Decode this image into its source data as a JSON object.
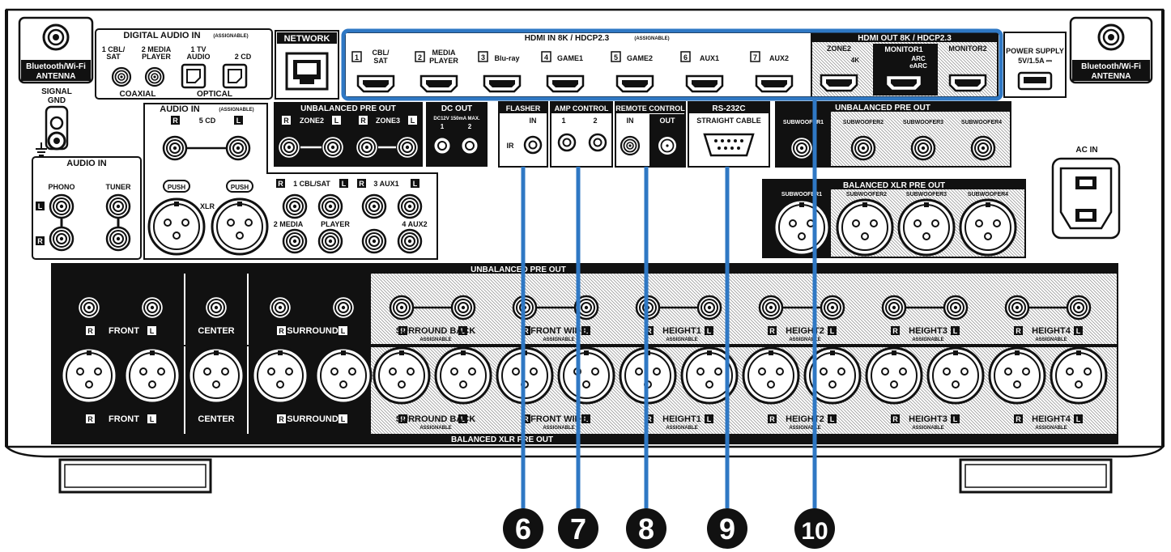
{
  "left_antenna": {
    "line1": "Bluetooth/Wi-Fi",
    "line2": "ANTENNA"
  },
  "right_antenna": {
    "line1": "Bluetooth/Wi-Fi",
    "line2": "ANTENNA"
  },
  "digital_audio": {
    "title": "DIGITAL AUDIO IN",
    "assignable": "(ASSIGNABLE)",
    "coax1_a": "1 CBL/",
    "coax1_b": "SAT",
    "coax2_a": "2 MEDIA",
    "coax2_b": "PLAYER",
    "opt1_a": "1 TV",
    "opt1_b": "AUDIO",
    "opt2": "2 CD",
    "coaxial": "COAXIAL",
    "optical": "OPTICAL"
  },
  "network": {
    "title": "NETWORK"
  },
  "signal_gnd": {
    "a": "SIGNAL",
    "b": "GND"
  },
  "hdmi_in": {
    "title": "HDMI IN 8K / HDCP2.3",
    "assignable": "(ASSIGNABLE)",
    "ports": [
      {
        "num": "1",
        "a": "CBL/",
        "b": "SAT"
      },
      {
        "num": "2",
        "a": "MEDIA",
        "b": "PLAYER"
      },
      {
        "num": "3",
        "a": "Blu-ray",
        "b": ""
      },
      {
        "num": "4",
        "a": "GAME1",
        "b": ""
      },
      {
        "num": "5",
        "a": "GAME2",
        "b": ""
      },
      {
        "num": "6",
        "a": "AUX1",
        "b": ""
      },
      {
        "num": "7",
        "a": "AUX2",
        "b": ""
      }
    ]
  },
  "hdmi_out": {
    "title": "HDMI OUT 8K / HDCP2.3",
    "zone2": "ZONE2",
    "k4": "4K",
    "monitor1": "MONITOR1",
    "arc": "ARC",
    "earc": "eARC",
    "monitor2": "MONITOR2"
  },
  "power_supply": {
    "a": "POWER SUPPLY",
    "b": "5V/1.5A ⎓"
  },
  "audio_in": {
    "title": "AUDIO IN",
    "assignable": "(ASSIGNABLE)",
    "r": "R",
    "l": "L",
    "cd": "5 CD",
    "xlr": "XLR",
    "push": "PUSH",
    "cbl": "1 CBL/SAT",
    "aux1": "3 AUX1",
    "media": "2 MEDIA",
    "player": "PLAYER",
    "aux2": "4 AUX2"
  },
  "audio_in_left": {
    "title": "AUDIO   IN",
    "phono": "PHONO",
    "tuner": "TUNER",
    "l": "L",
    "r": "R"
  },
  "upo_zone": {
    "title": "UNBALANCED PRE OUT",
    "zone2": "ZONE2",
    "zone3": "ZONE3",
    "r": "R",
    "l": "L"
  },
  "dc_out": {
    "title": "DC OUT",
    "spec": "DC12V 150mA MAX.",
    "p1": "1",
    "p2": "2"
  },
  "flasher": {
    "title": "FLASHER",
    "in": "IN",
    "ir": "IR"
  },
  "amp_control": {
    "title": "AMP CONTROL",
    "p1": "1",
    "p2": "2"
  },
  "remote_control": {
    "title": "REMOTE CONTROL",
    "in": "IN",
    "out": "OUT"
  },
  "rs232c": {
    "title": "RS-232C",
    "sub": "STRAIGHT CABLE"
  },
  "upo_sub": {
    "title": "UNBALANCED PRE OUT",
    "s1": "SUBWOOFER1",
    "s2": "SUBWOOFER2",
    "s3": "SUBWOOFER3",
    "s4": "SUBWOOFER4"
  },
  "bal_sub": {
    "title": "BALANCED XLR PRE OUT",
    "s1": "SUBWOOFER1",
    "s2": "SUBWOOFER2",
    "s3": "SUBWOOFER3",
    "s4": "SUBWOOFER4"
  },
  "ac_in": {
    "label": "AC IN"
  },
  "pre_out_unbal": {
    "title": "UNBALANCED PRE OUT"
  },
  "pre_out_bal": {
    "title": "BALANCED XLR PRE OUT"
  },
  "channels": {
    "front": "FRONT",
    "center": "CENTER",
    "surround": "SURROUND",
    "surround_back": "SURROUND BACK",
    "front_wide": "FRONT WIDE",
    "height1": "HEIGHT1",
    "height2": "HEIGHT2",
    "height3": "HEIGHT3",
    "height4": "HEIGHT4",
    "assignable": "ASSIGNABLE",
    "r": "R",
    "l": "L"
  },
  "callouts": [
    "6",
    "7",
    "8",
    "9",
    "10"
  ],
  "colors": {
    "callout_line": "#2f78c4",
    "panel_dark": "#111111",
    "hatch": "#bdbdbd"
  }
}
